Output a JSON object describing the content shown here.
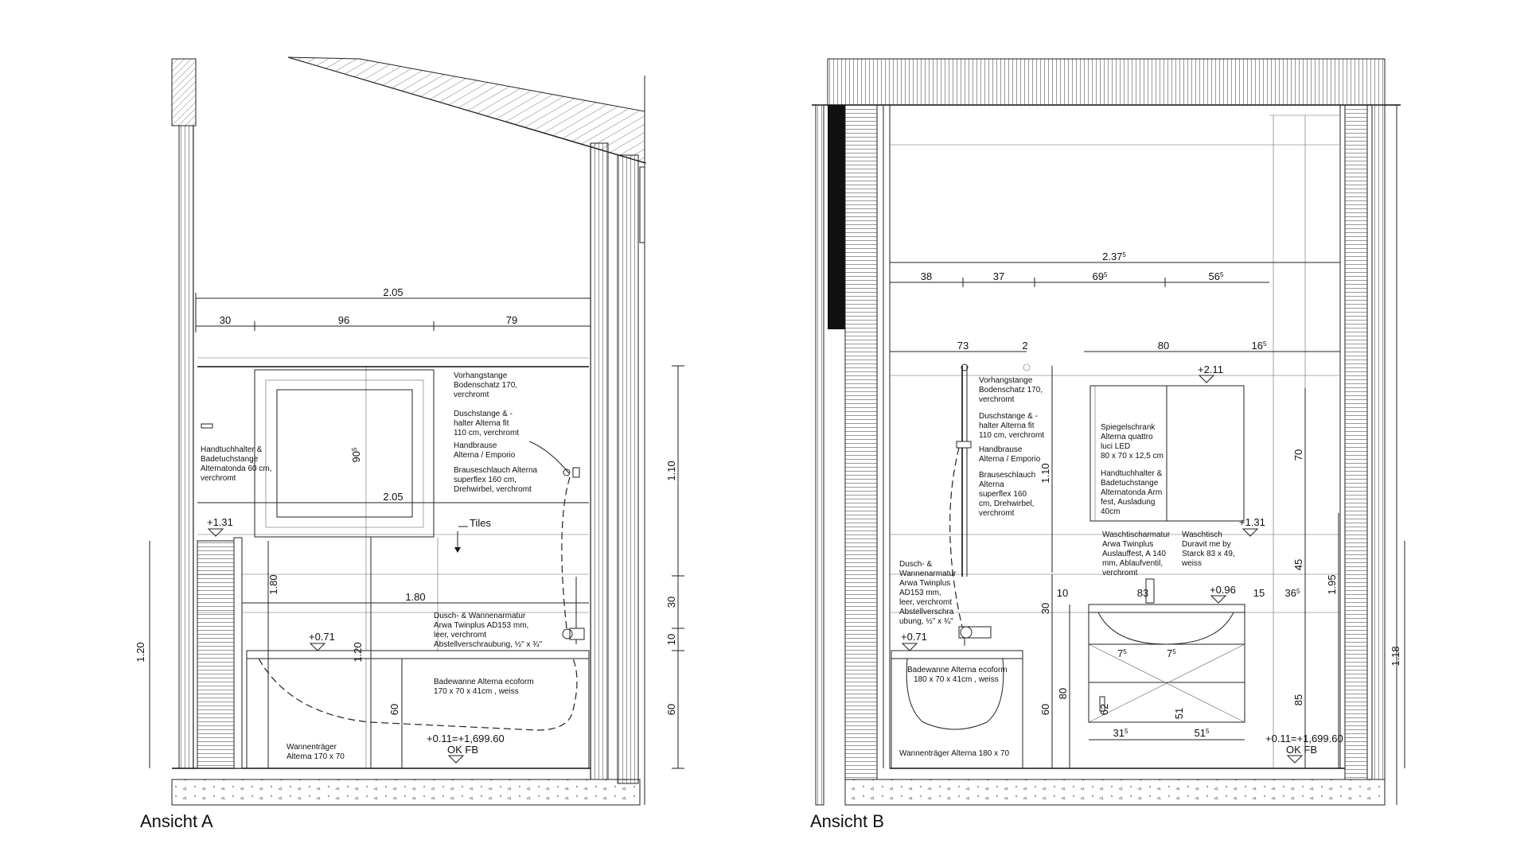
{
  "views": {
    "a": {
      "title": "Ansicht A",
      "dims": {
        "overall_width": "2.05",
        "seg1": "30",
        "seg2": "96",
        "seg3": "79",
        "window_height": "90",
        "window_height_sup": "5",
        "inner_width": "2.05",
        "tub_length": "1.80",
        "left_height": "1.80",
        "right_total": "1.10",
        "right_30": "30",
        "right_10": "10",
        "right_60": "60",
        "ledge_height": "1.20",
        "mid_height": "1.20",
        "mid_60": "60"
      },
      "levels": {
        "ledge": "+1.31",
        "tub_rim": "+0.71",
        "floor": "+0.11=+1,699.60",
        "floor_ref": "OK FB"
      },
      "labels": {
        "tiles": "Tiles",
        "curtain_rod": [
          "Vorhangstange",
          "Bodenschatz 170,",
          "verchromt"
        ],
        "shower_rail": [
          "Duschstange & -",
          "halter Alterna fit",
          "110 cm, verchromt"
        ],
        "hand_shower": [
          "Handbrause",
          "Alterna / Emporio"
        ],
        "hose": [
          "Brauseschlauch Alterna",
          "superflex 160 cm,",
          "Drehwirbel, verchromt"
        ],
        "towel": [
          "Handtuchhalter &",
          "Badetuchstange",
          "Alternatonda 60 cm,",
          "verchromt"
        ],
        "mixer": [
          "Dusch- & Wannenarmatur",
          "Arwa Twinplus AD153 mm,",
          "leer, verchromt",
          "Abstellverschraubung, ½\" x ¾\""
        ],
        "tub": [
          "Badewanne Alterna ecoform",
          "170 x 70 x 41cm , weiss"
        ],
        "tub_support": [
          "Wannenträger",
          "Alterna 170 x 70"
        ]
      }
    },
    "b": {
      "title": "Ansicht B",
      "dims": {
        "overall": "2.37",
        "overall_sup": "5",
        "seg1": "38",
        "seg2": "37",
        "seg3": "69",
        "seg3_sup": "5",
        "seg4": "56",
        "seg4_sup": "5",
        "left_73": "73",
        "gap_2": "2",
        "cabinet_80": "80",
        "right_16": "16",
        "right_16_sup": "5",
        "shower_110": "1.10",
        "cab_70": "70",
        "right_45": "45",
        "right_195": "1.95",
        "right_85": "85",
        "right_118": "1.18",
        "basin_83": "83",
        "basin_15": "15",
        "basin_36": "36",
        "basin_36_sup": "5",
        "tap_10": "10",
        "d30": "30",
        "d80": "80",
        "d60": "60",
        "d62": "62",
        "d51": "51",
        "d7a": "7",
        "d7a_sup": "5",
        "d7b": "7",
        "d7b_sup": "5",
        "d31": "31",
        "d31_sup": "5",
        "d51b": "51",
        "d51b_sup": "5"
      },
      "levels": {
        "cabinet_top": "+2.11",
        "cabinet_bottom": "+1.31",
        "basin": "+0.96",
        "tub_rim": "+0.71",
        "floor": "+0.11=+1,699.60",
        "floor_ref": "OK FB"
      },
      "labels": {
        "curtain_rod": [
          "Vorhangstange",
          "Bodenschatz 170,",
          "verchromt"
        ],
        "shower_rail": [
          "Duschstange & -",
          "halter Alterna fit",
          "110 cm, verchromt"
        ],
        "hand_shower": [
          "Handbrause",
          "Alterna / Emporio"
        ],
        "hose": [
          "Brauseschlauch",
          "Alterna",
          "superflex 160",
          "cm, Drehwirbel,",
          "verchromt"
        ],
        "mirror": [
          "Spiegelschrank",
          "Alterna quattro",
          "luci LED",
          "80 x 70 x 12,5 cm"
        ],
        "towel": [
          "Handtuchhalter &",
          "Badetuchstange",
          "Alternatonda Arm",
          "fest, Ausladung",
          "40cm"
        ],
        "basin_tap": [
          "Waschtischarmatur",
          "Arwa Twinplus",
          "Auslauffest, A 140",
          "mm, Ablaufventil,",
          "verchromt"
        ],
        "basin": [
          "Waschtisch",
          "Duravit me by",
          "Starck 83 x 49,",
          "weiss"
        ],
        "mixer": [
          "Dusch- &",
          "Wannenarmatur",
          "Arwa Twinplus",
          "AD153 mm,",
          "leer, verchromt",
          "Abstellverschra",
          "ubung, ½\" x ¾\""
        ],
        "tub": [
          "Badewanne Alterna ecoform",
          "180 x 70 x 41cm , weiss"
        ],
        "tub_support": [
          "Wannenträger Alterna 180 x 70"
        ]
      }
    }
  }
}
